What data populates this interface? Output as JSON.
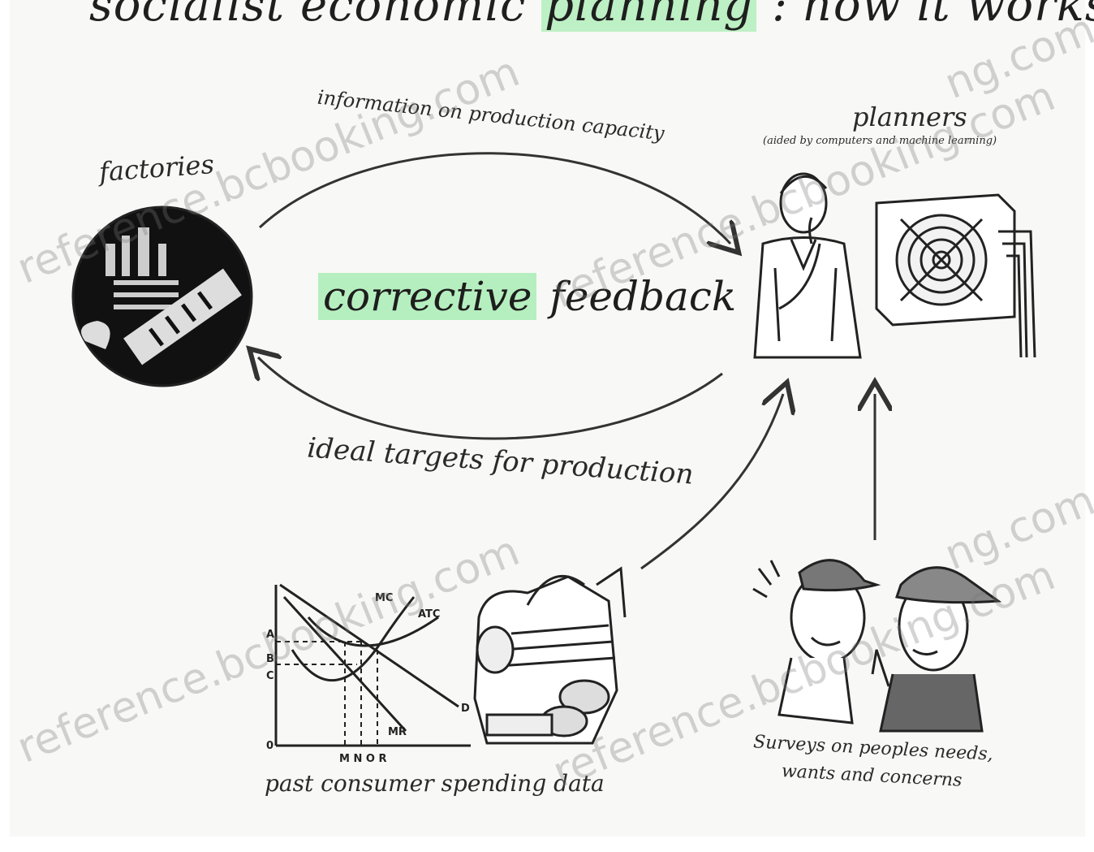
{
  "title": {
    "part1": "socialist economic",
    "part2": "planning",
    "part3": " : how it works"
  },
  "labels": {
    "factories": "factories",
    "information": "information on production capacity",
    "planners": "planners",
    "planners_sub": "(aided by computers and machine learning)",
    "corrective_part1": "corrective",
    "corrective_part2": "feedback",
    "ideal_targets": "ideal targets for production",
    "past_data": "past consumer spending data",
    "survey_line1": "Surveys on peoples needs,",
    "survey_line2": "wants and concerns"
  },
  "chart_labels": {
    "mc": "MC",
    "atc": "ATC",
    "mr": "MR",
    "d": "D",
    "axis_ticks": "M N O R",
    "a": "A",
    "b": "B",
    "c": "C",
    "origin": "0"
  },
  "watermarks": [
    "reference.bcbooking.com",
    "reference.bcbooking.com",
    "reference.bcbooking.com",
    "reference.bcbooking.com",
    "ng.com",
    "ng.com"
  ],
  "icons": {
    "factory": "factory-gear-icon",
    "planner": "thinking-man-icon",
    "computer": "computer-fan-icon",
    "chart": "cost-curve-chart-icon",
    "basket": "shopping-basket-icon",
    "people": "talking-people-icon"
  },
  "colors": {
    "highlight": "#b6efbf",
    "ink": "#2a2a2a",
    "background": "#f8f8f6"
  }
}
